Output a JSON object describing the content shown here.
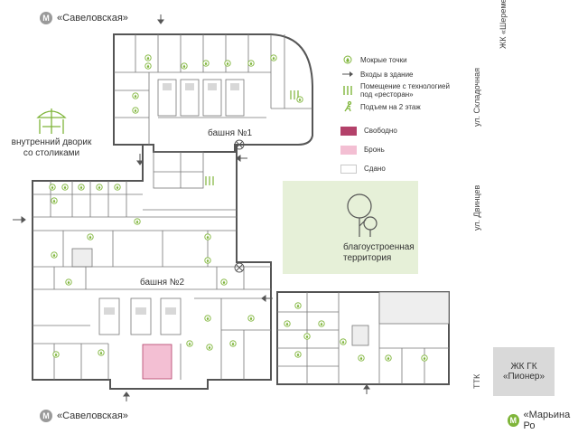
{
  "metro": {
    "top_station": "«Савеловская»",
    "bottom_station": "«Савеловская»",
    "bottom_right_station": "«Марьина Ро",
    "symbol": "M",
    "line_color_grey": "#9a9a9a",
    "line_color_green": "#7fb53a"
  },
  "streets": {
    "top_right": "ЖК «Шереметьевский»",
    "sadovaya": "ул. Складочная",
    "dimitsev": "ул. Двинцев",
    "ttk": "ТТК"
  },
  "legend": {
    "wet_points": "Мокрые точки",
    "entrances": "Входы в здание",
    "restaurant_line1": "Помещение с технологией",
    "restaurant_line2": "под «ресторан»",
    "stairs": "Подъем на 2 этаж",
    "free": "Свободно",
    "booked": "Бронь",
    "rented": "Сдано"
  },
  "colors": {
    "free": "#b3416a",
    "booked": "#f3bfd3",
    "rented": "#ffffff",
    "accent_green": "#7fb53a",
    "park_fill": "#e6f0d8",
    "pioneer_fill": "#d9d9d9"
  },
  "labels": {
    "tower1": "башня №1",
    "tower2": "башня №2",
    "courtyard_line1": "внутренний дворик",
    "courtyard_line2": "со столиками",
    "park_line1": "благоустроенная",
    "park_line2": "территория",
    "pioneer_line1": "ЖК ГК",
    "pioneer_line2": "«Пионер»"
  },
  "icons": [
    "metro-icon",
    "wet-point-icon",
    "entrance-arrow-icon",
    "restaurant-icon",
    "stairs-icon",
    "tree-icon",
    "table-umbrella-icon"
  ]
}
